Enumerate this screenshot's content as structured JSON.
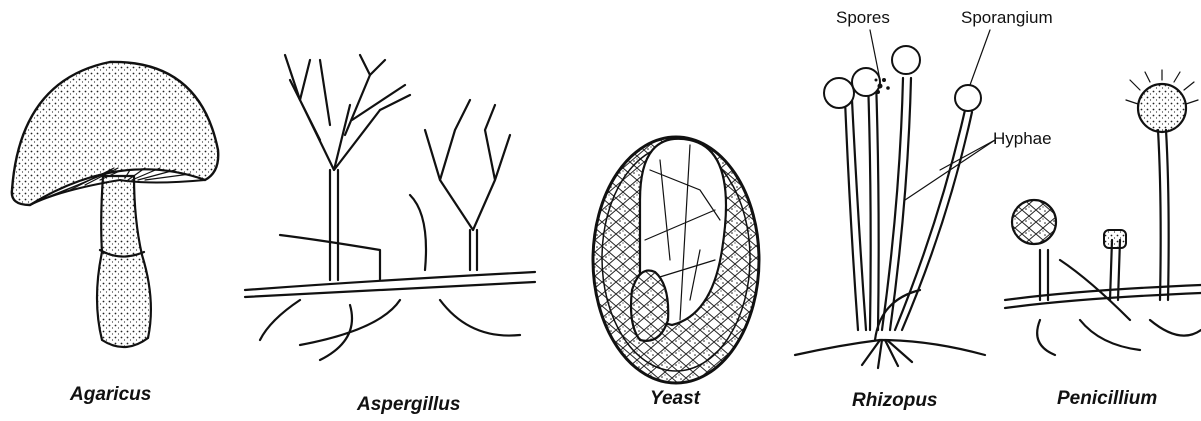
{
  "organisms": [
    {
      "name": "Agaricus"
    },
    {
      "name": "Aspergillus"
    },
    {
      "name": "Yeast"
    },
    {
      "name": "Rhizopus"
    },
    {
      "name": "Penicillium"
    }
  ],
  "rhizopus_labels": {
    "spores": "Spores",
    "sporangium": "Sporangium",
    "hyphae": "Hyphae"
  }
}
